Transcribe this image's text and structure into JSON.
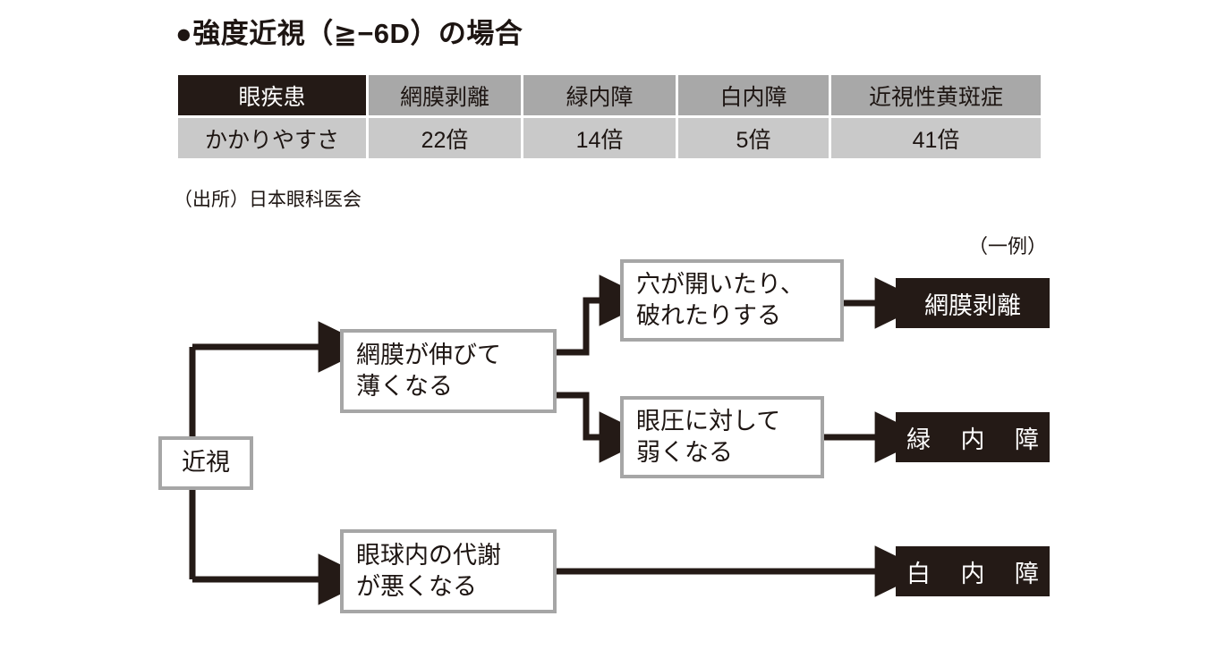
{
  "page": {
    "title": "●強度近視（≧−6D）の場合",
    "source_note": "（出所）日本眼科医会",
    "example_note": "（一例）"
  },
  "table": {
    "row_labels": [
      "眼疾患",
      "かかりやすさ"
    ],
    "columns": [
      "網膜剥離",
      "緑内障",
      "白内障",
      "近視性黄斑症"
    ],
    "values": [
      "22倍",
      "14倍",
      "5倍",
      "41倍"
    ]
  },
  "diagram": {
    "nodes": {
      "myopia": "近視",
      "retina_thin": {
        "line1": "網膜が伸びて",
        "line2": "薄くなる"
      },
      "hole": {
        "line1": "穴が開いたり、",
        "line2": "破れたりする"
      },
      "pressure": {
        "line1": "眼圧に対して",
        "line2": "弱くなる"
      },
      "metabolism": {
        "line1": "眼球内の代謝",
        "line2": "が悪くなる"
      }
    },
    "outcomes": {
      "retinal_detachment": "網膜剥離",
      "glaucoma": "緑 内 障",
      "cataract": "白 内 障"
    }
  },
  "colors": {
    "dark": "#241a16",
    "table_header_gray": "#a8a8a8",
    "table_body_gray": "#c9c9c9",
    "node_border_gray": "#a6a6a6",
    "arrow": "#241a16",
    "background": "#ffffff"
  }
}
